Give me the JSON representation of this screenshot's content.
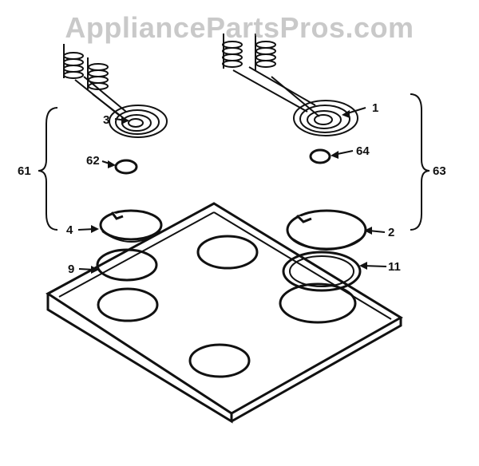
{
  "watermark": "AppliancePartsPros.com",
  "colors": {
    "line": "#111111",
    "watermark": "#c9c9c9",
    "background": "#ffffff"
  },
  "callouts": [
    {
      "id": "1",
      "label": "1"
    },
    {
      "id": "2",
      "label": "2"
    },
    {
      "id": "3",
      "label": "3"
    },
    {
      "id": "4",
      "label": "4"
    },
    {
      "id": "9",
      "label": "9"
    },
    {
      "id": "11",
      "label": "11"
    },
    {
      "id": "61",
      "label": "61"
    },
    {
      "id": "62",
      "label": "62"
    },
    {
      "id": "63",
      "label": "63"
    },
    {
      "id": "64",
      "label": "64"
    }
  ]
}
